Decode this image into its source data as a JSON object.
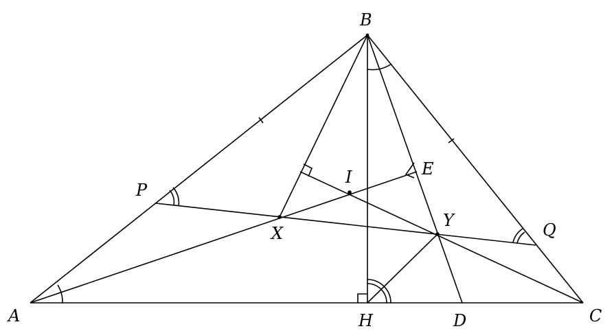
{
  "labels": {
    "A": "A",
    "B": "B",
    "C": "C",
    "H": "H",
    "D": "D",
    "P": "P",
    "Q": "Q",
    "X": "X",
    "Y": "Y",
    "I": "I",
    "E": "E"
  },
  "colors": {
    "stroke": "#000000",
    "background": "#ffffff"
  }
}
